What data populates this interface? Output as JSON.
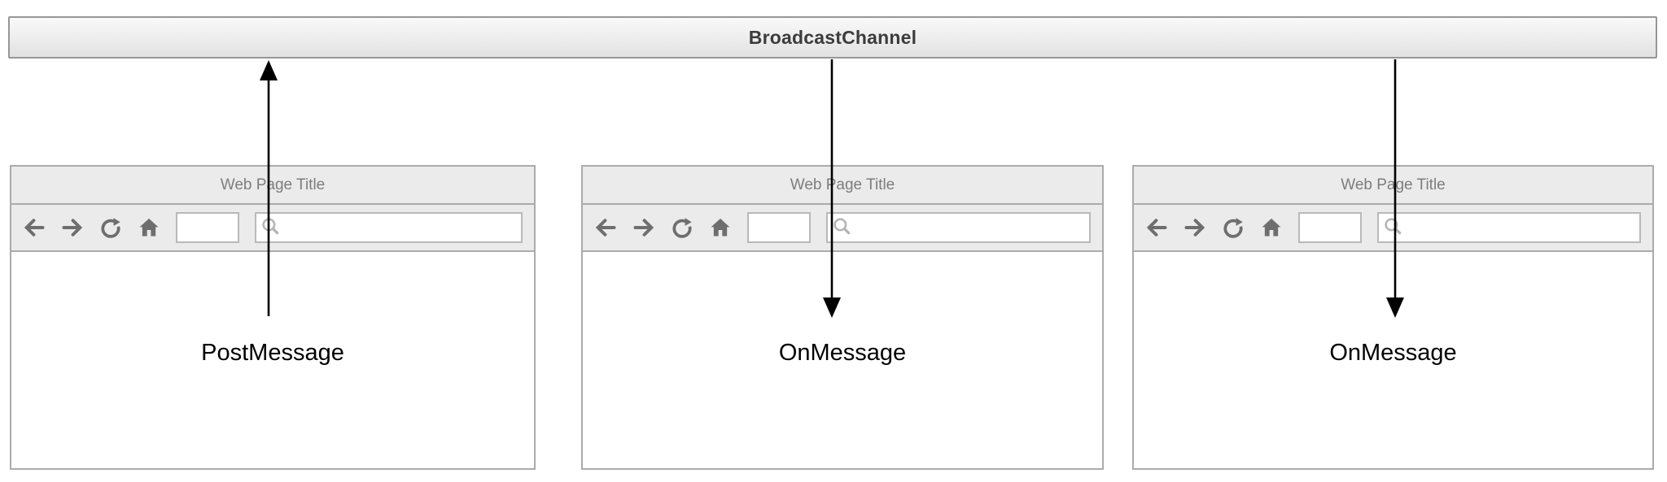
{
  "diagram": {
    "channel": {
      "label": "BroadcastChannel"
    },
    "windows": [
      {
        "title": "Web Page Title",
        "message": {
          "label": "PostMessage",
          "direction": "up"
        }
      },
      {
        "title": "Web Page Title",
        "message": {
          "label": "OnMessage",
          "direction": "down"
        }
      },
      {
        "title": "Web Page Title",
        "message": {
          "label": "OnMessage",
          "direction": "down"
        }
      }
    ],
    "toolbar": {
      "icons": [
        "back-icon",
        "forward-icon",
        "refresh-icon",
        "home-icon"
      ],
      "address_input": {
        "value": "",
        "placeholder": ""
      },
      "search_input": {
        "value": "",
        "placeholder": "",
        "icon": "search-icon"
      }
    },
    "colors": {
      "channel_border": "#979797",
      "channel_fill_top": "#f9f9f9",
      "channel_fill_bottom": "#e1e1e1",
      "channel_text": "#3c3c3c",
      "window_border": "#ababab",
      "window_chrome_fill": "#ebebeb",
      "window_title_text": "#7d7d7d",
      "toolbar_icon": "#6e6e6e",
      "input_border": "#b9b9b9",
      "search_icon": "#b5b5b5",
      "arrow": "#000000",
      "label_text": "#000000"
    }
  }
}
